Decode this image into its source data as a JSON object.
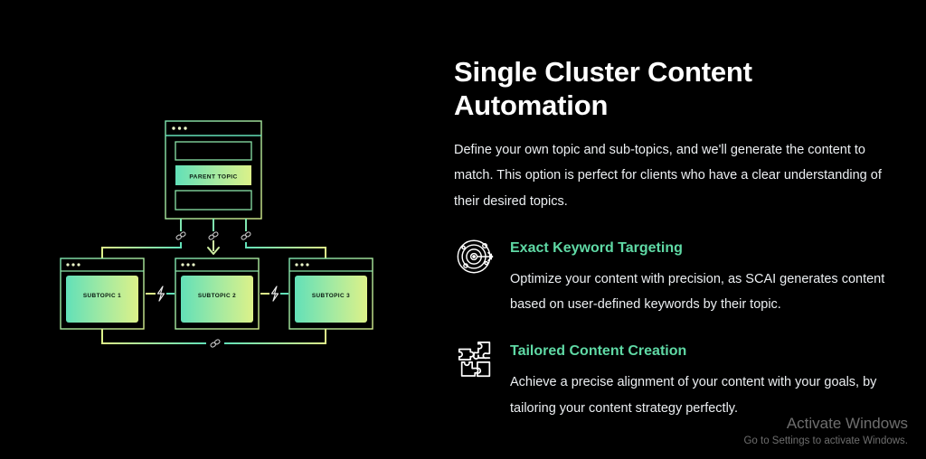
{
  "page": {
    "background_color": "#000000",
    "accent_color": "#5FD9A5",
    "gradient_start": "#62E0B8",
    "gradient_end": "#DCF189"
  },
  "diagram": {
    "name": "single-cluster-content-automation-diagram",
    "parent_window": {
      "label": "PARENT TOPIC",
      "dots": 3,
      "empty_rows": 2
    },
    "subtopic_windows": [
      {
        "label": "SUBTOPIC 1",
        "dots": 3
      },
      {
        "label": "SUBTOPIC 2",
        "dots": 3
      },
      {
        "label": "SUBTOPIC 3",
        "dots": 3
      }
    ],
    "connector_icons": {
      "link": "link-icon",
      "zap": "lightning-bolt-icon",
      "arrow": "arrow-down-icon"
    },
    "link_icon_count": 4,
    "zap_icon_count": 2
  },
  "content": {
    "title": "Single Cluster Content Automation",
    "intro": "Define your own topic and sub-topics, and we'll generate the content to match. This option is perfect for clients who have a clear understanding of their desired topics.",
    "features": [
      {
        "icon": "target-bullseye-icon",
        "title": "Exact Keyword Targeting",
        "text": "Optimize your content with precision, as SCAI generates content based on user-defined keywords by their topic."
      },
      {
        "icon": "puzzle-pieces-icon",
        "title": "Tailored Content Creation",
        "text": "Achieve a precise alignment of your content with your goals, by tailoring your content strategy perfectly."
      }
    ]
  },
  "watermark": {
    "title": "Activate Windows",
    "subtitle": "Go to Settings to activate Windows."
  }
}
